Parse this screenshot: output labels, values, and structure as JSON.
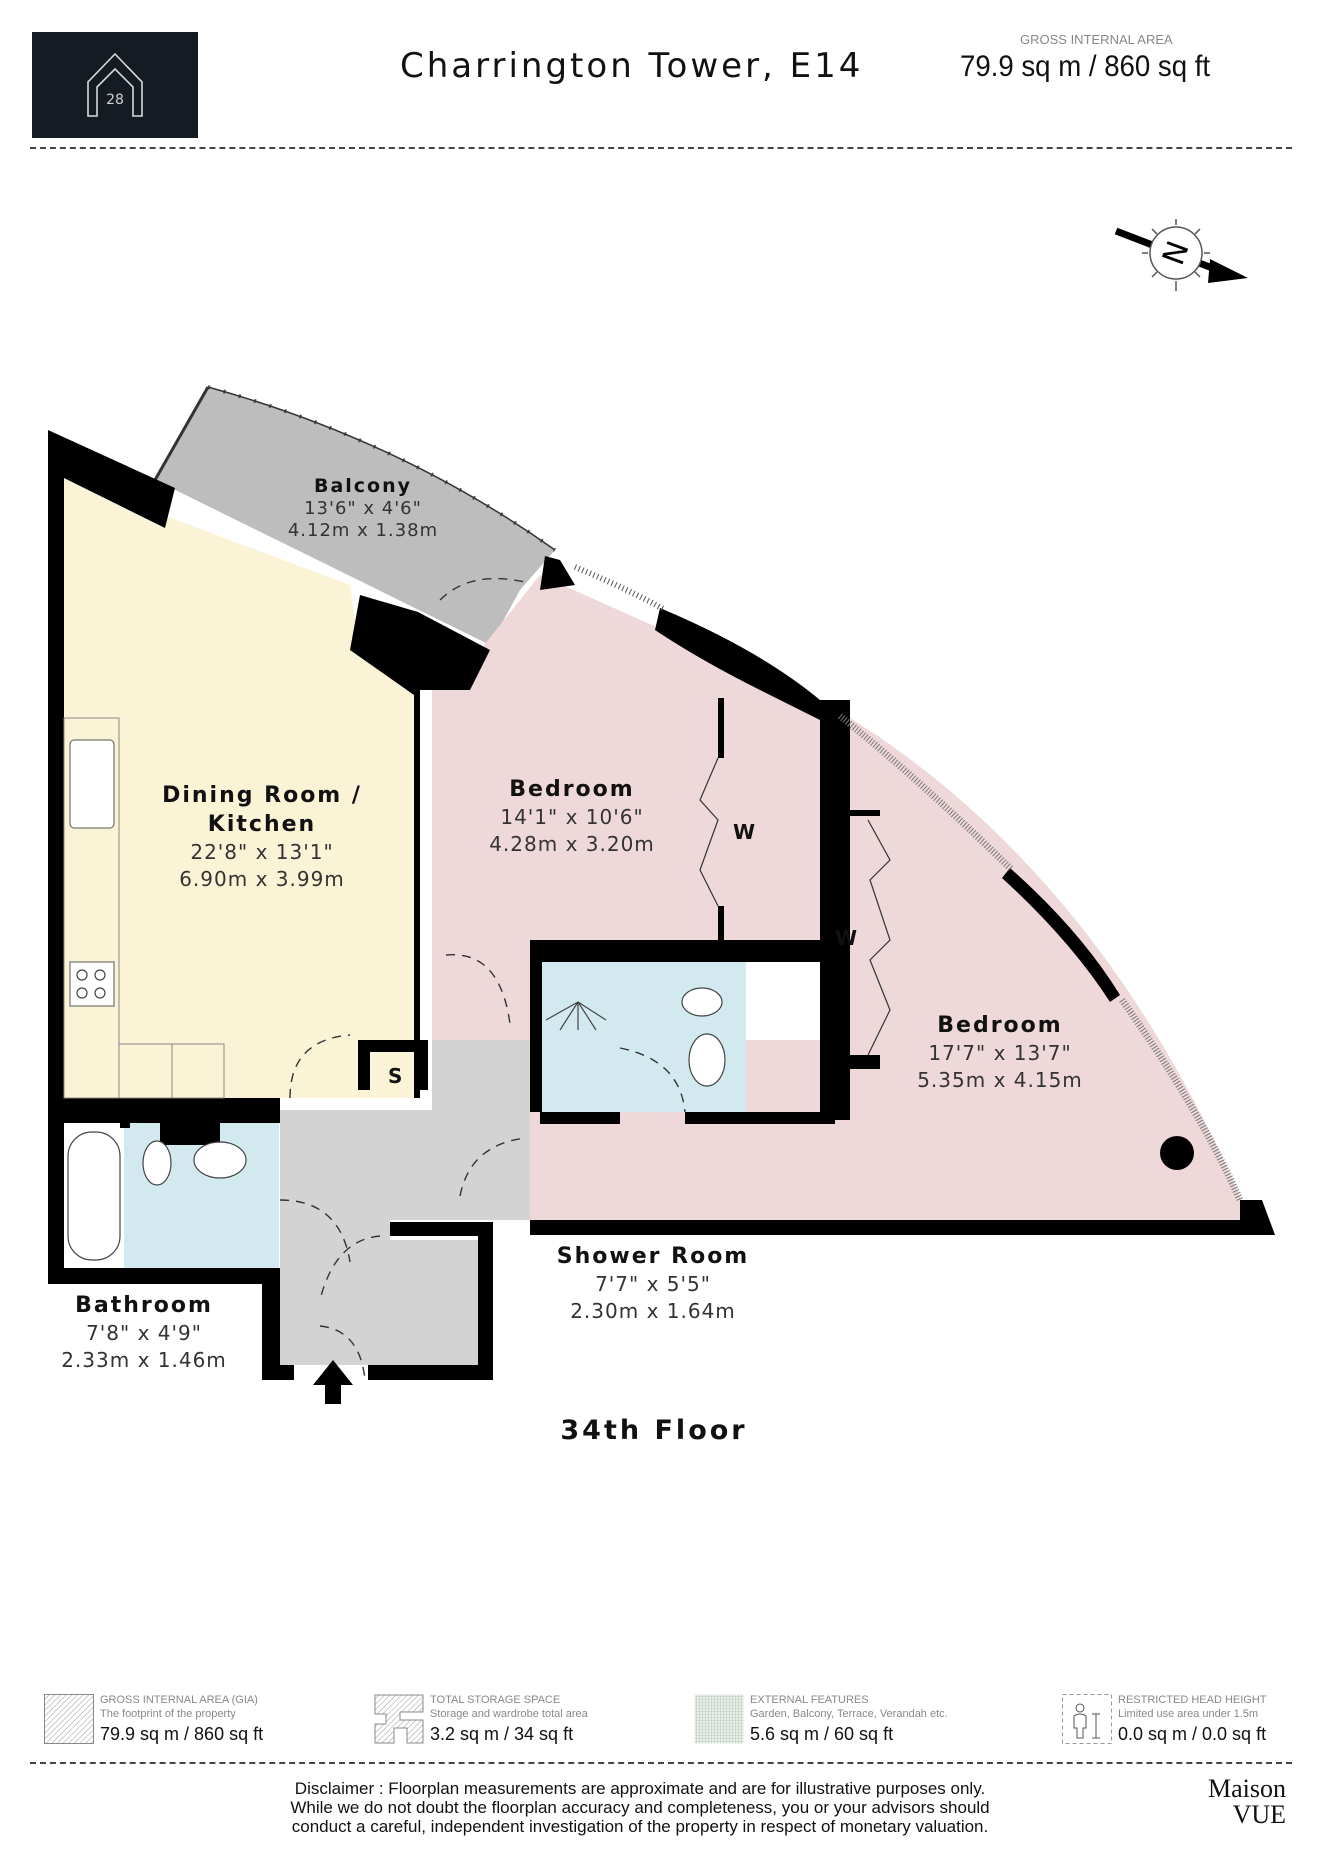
{
  "header": {
    "logo_number": "28",
    "title": "Charrington Tower, E14",
    "gia_label": "GROSS INTERNAL AREA",
    "gia_value": "79.9 sq m / 860 sq ft"
  },
  "compass": {
    "label": "N",
    "icon": "north-arrow-icon"
  },
  "rooms": {
    "balcony": {
      "name": "Balcony",
      "imperial": "13'6\" x 4'6\"",
      "metric": "4.12m x 1.38m"
    },
    "kitchen": {
      "name_line1": "Dining Room /",
      "name_line2": "Kitchen",
      "imperial": "22'8\" x 13'1\"",
      "metric": "6.90m x 3.99m"
    },
    "bedroom1": {
      "name": "Bedroom",
      "imperial": "14'1\" x 10'6\"",
      "metric": "4.28m x 3.20m"
    },
    "bedroom2": {
      "name": "Bedroom",
      "imperial": "17'7\" x 13'7\"",
      "metric": "5.35m x 4.15m"
    },
    "shower_room": {
      "name": "Shower Room",
      "imperial": "7'7\" x 5'5\"",
      "metric": "2.30m x 1.64m"
    },
    "bathroom": {
      "name": "Bathroom",
      "imperial": "7'8\" x 4'9\"",
      "metric": "2.33m x 1.46m"
    }
  },
  "markers": {
    "wardrobe": "W",
    "storage": "S"
  },
  "floor_label": "34th Floor",
  "colors": {
    "kitchen": "#fbf3d6",
    "bedroom": "#efd8d9",
    "wet_room": "#d2eaef",
    "hall": "#d3d3d3",
    "balcony": "#bdbdbd",
    "wall": "#000000",
    "logo_bg": "#141b22"
  },
  "legend": [
    {
      "title": "GROSS INTERNAL AREA (GIA)",
      "subtitle": "The footprint of the property",
      "value": "79.9 sq m / 860 sq ft"
    },
    {
      "title": "TOTAL STORAGE SPACE",
      "subtitle": "Storage and wardrobe total area",
      "value": "3.2 sq m / 34 sq ft"
    },
    {
      "title": "EXTERNAL FEATURES",
      "subtitle": "Garden, Balcony, Terrace, Verandah etc.",
      "value": "5.6 sq m / 60 sq ft"
    },
    {
      "title": "RESTRICTED HEAD HEIGHT",
      "subtitle": "Limited use area under 1.5m",
      "value": "0.0 sq m / 0.0 sq ft"
    }
  ],
  "disclaimer": {
    "line1": "Disclaimer : Floorplan measurements are approximate and are for illustrative purposes only.",
    "line2": "While we do not doubt the floorplan accuracy and completeness, you or your advisors should",
    "line3": "conduct a careful, independent investigation of the property in respect of monetary valuation."
  },
  "brand": {
    "line1": "Maison",
    "line2": "VUE"
  }
}
